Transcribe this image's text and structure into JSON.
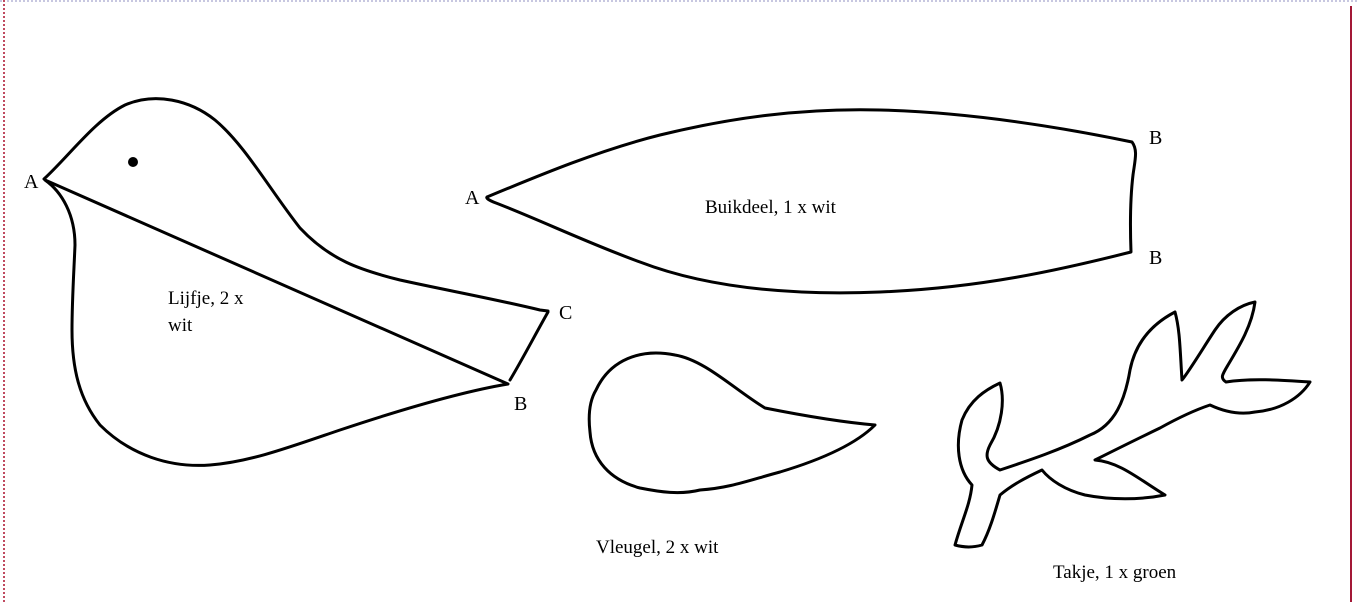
{
  "pieces": {
    "body": {
      "caption_line1": "Lijfje, 2 x",
      "caption_line2": "wit",
      "points": [
        "A",
        "C",
        "B"
      ]
    },
    "belly": {
      "caption": "Buikdeel, 1 x wit",
      "points": [
        "A",
        "B",
        "B"
      ]
    },
    "wing": {
      "caption": "Vleugel, 2 x wit"
    },
    "twig": {
      "caption": "Takje, 1 x groen"
    }
  },
  "colors": {
    "outline": "#000000",
    "frame": "#a31836"
  }
}
